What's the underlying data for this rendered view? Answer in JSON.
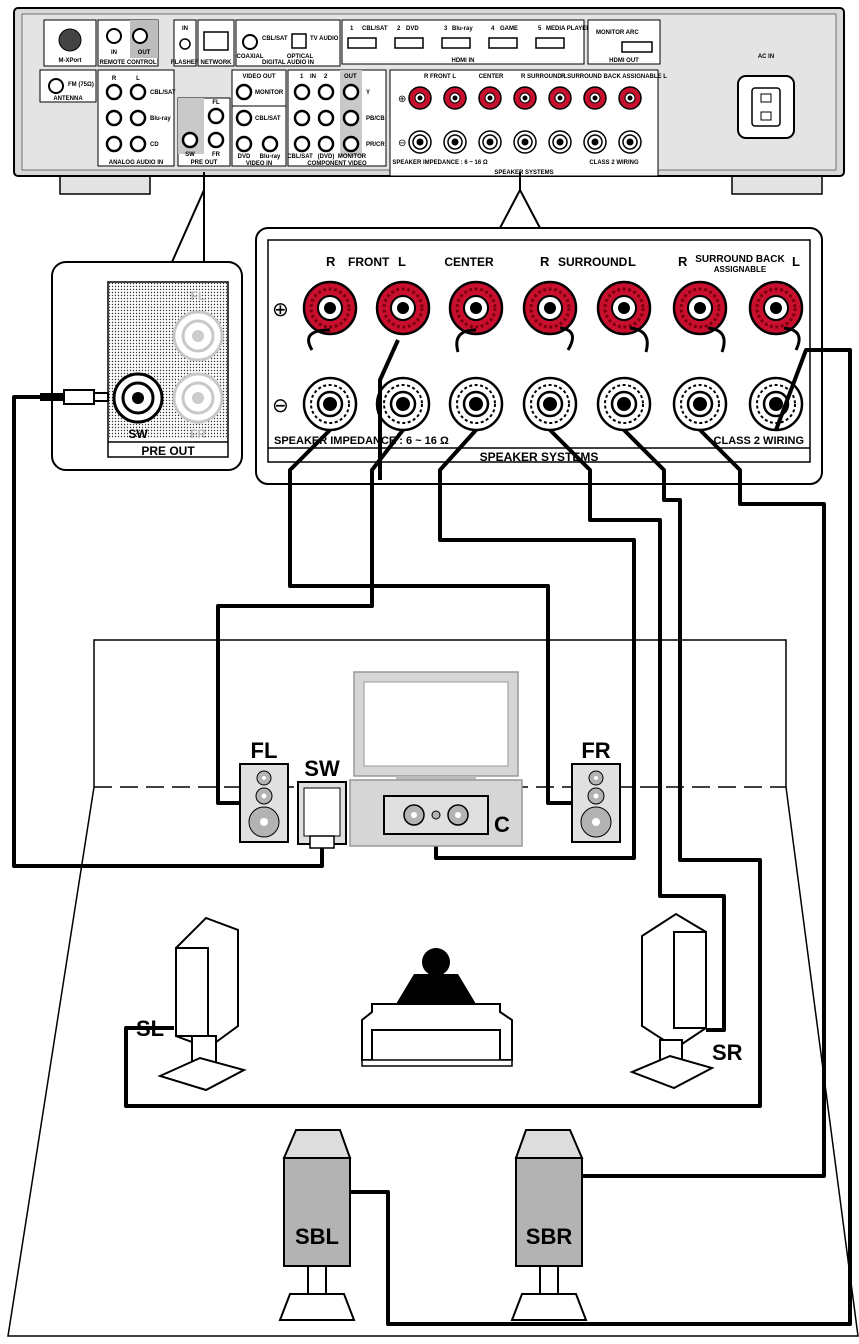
{
  "receiver": {
    "mxport": "M-XPort",
    "remote_control": "REMOTE CONTROL",
    "remote_in": "IN",
    "remote_out": "OUT",
    "fm": "FM (75Ω)",
    "antenna": "ANTENNA",
    "analog_audio_in": "ANALOG AUDIO IN",
    "analog_r": "R",
    "analog_l": "L",
    "cbl_sat": "CBL/SAT",
    "bluray": "Blu-ray",
    "cd": "CD",
    "in": "IN",
    "ir_flasher": "FLASHER",
    "network": "NETWORK",
    "coaxial": "COAXIAL",
    "coax_label": "CBL/SAT",
    "optical": "OPTICAL",
    "optical_label": "TV AUDIO",
    "digital_audio_in": "DIGITAL AUDIO IN",
    "preout_small": "PRE OUT",
    "preout_fl": "FL",
    "preout_sw": "SW",
    "preout_fr": "FR",
    "video_out": "VIDEO OUT",
    "monitor": "MONITOR",
    "video_cbl_sat": "CBL/SAT",
    "dvd": "DVD",
    "video_bluray": "Blu-ray",
    "video_in": "VIDEO IN",
    "comp_1": "1",
    "comp_in": "IN",
    "comp_2": "2",
    "comp_out": "OUT",
    "comp_y": "Y",
    "comp_pb": "PB/CB",
    "comp_pr": "PR/CR",
    "comp_cbl": "CBL/SAT",
    "comp_dvd": "(DVD)",
    "comp_monitor": "MONITOR",
    "component_video": "COMPONENT VIDEO",
    "hdmi_in": "HDMI IN",
    "hdmi_inputs": [
      "1",
      "CBL/SAT",
      "2",
      "DVD",
      "3",
      "Blu-ray",
      "4",
      "GAME",
      "5",
      "MEDIA PLAYER"
    ],
    "hdmi_out": "HDMI OUT",
    "monitor_arc": "MONITOR ARC",
    "ac_in": "AC IN",
    "sp_front": "R  FRONT  L",
    "sp_center": "CENTER",
    "sp_surround": "R  SURROUND  L",
    "sp_sback": "R SURROUND BACK ASSIGNABLE L",
    "sp_impedance": "SPEAKER IMPEDANCE : 6 ~ 16 Ω",
    "sp_class2": "CLASS 2 WIRING",
    "speaker_systems": "SPEAKER SYSTEMS"
  },
  "preout_zoom": {
    "fl": "FL",
    "sw": "SW",
    "fr": "FR",
    "title": "PRE OUT"
  },
  "speaker_zoom": {
    "r_front": "R",
    "front": "FRONT",
    "l_front": "L",
    "center": "CENTER",
    "r_surround": "R",
    "surround": "SURROUND",
    "l_surround": "L",
    "r_sback": "R",
    "sback": "SURROUND BACK",
    "assignable": "ASSIGNABLE",
    "l_sback": "L",
    "impedance": "SPEAKER IMPEDANCE : 6 ~ 16 Ω",
    "class2": "CLASS 2 WIRING",
    "title": "SPEAKER SYSTEMS"
  },
  "speakers": {
    "fl": "FL",
    "sw": "SW",
    "fr": "FR",
    "c": "C",
    "sl": "SL",
    "sr": "SR",
    "sbl": "SBL",
    "sbr": "SBR"
  },
  "colors": {
    "terminal_red": "#c8102e",
    "panel_gray": "#d9d9d9",
    "speaker_light": "#e0e0e0",
    "speaker_dark": "#b3b3b3",
    "tv_frame": "#d6d6d6"
  }
}
